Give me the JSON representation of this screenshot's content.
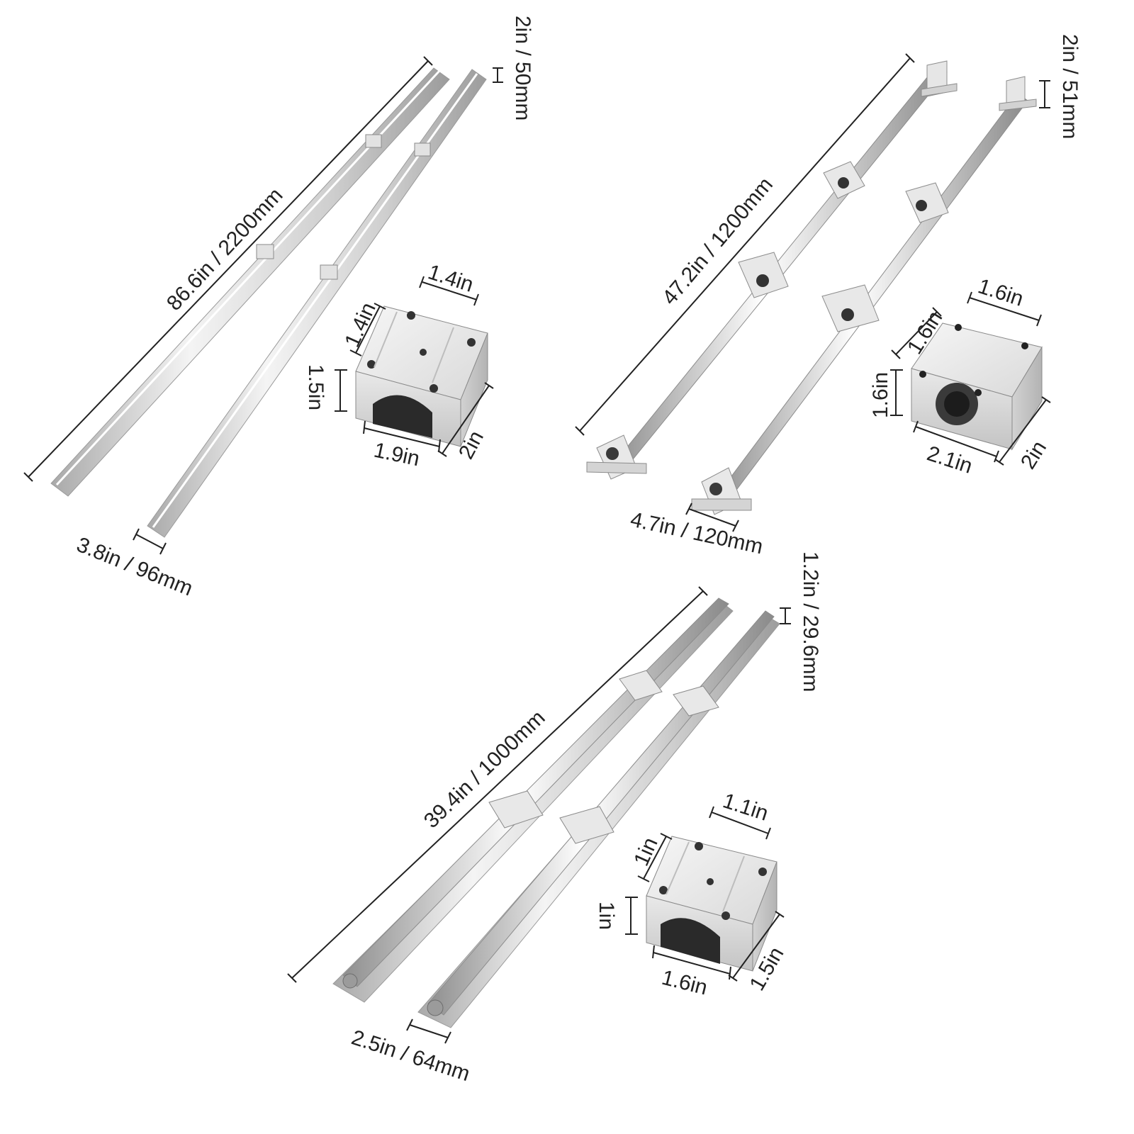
{
  "colors": {
    "background": "#ffffff",
    "aluminum_light": "#f2f2f2",
    "aluminum_mid": "#cfcfcf",
    "aluminum_dark": "#9a9a9a",
    "dimension_line": "#222222"
  },
  "kits": [
    {
      "name_icon": "linear-rail-kit-icon",
      "length_label": "86.6in / 2200mm",
      "height_label": "2in / 50mm",
      "spacing_label": "3.8in / 96mm",
      "block": {
        "top_width": "1.4in",
        "top_depth": "1.4in",
        "height": "1.5in",
        "width": "1.9in",
        "depth": "2in"
      }
    },
    {
      "name_icon": "linear-shaft-kit-icon",
      "length_label": "47.2in / 1200mm",
      "height_label": "2in / 51mm",
      "spacing_label": "4.7in / 120mm",
      "block": {
        "top_width": "1.6in",
        "top_depth": "1.6in",
        "height": "1.6in",
        "width": "2.1in",
        "depth": "2in"
      }
    },
    {
      "name_icon": "linear-rail-kit-icon",
      "length_label": "39.4in / 1000mm",
      "height_label": "1.2in / 29.6mm",
      "spacing_label": "2.5in / 64mm",
      "block": {
        "top_width": "1.1in",
        "top_depth": "1in",
        "height": "1in",
        "width": "1.6in",
        "depth": "1.5in"
      }
    }
  ]
}
